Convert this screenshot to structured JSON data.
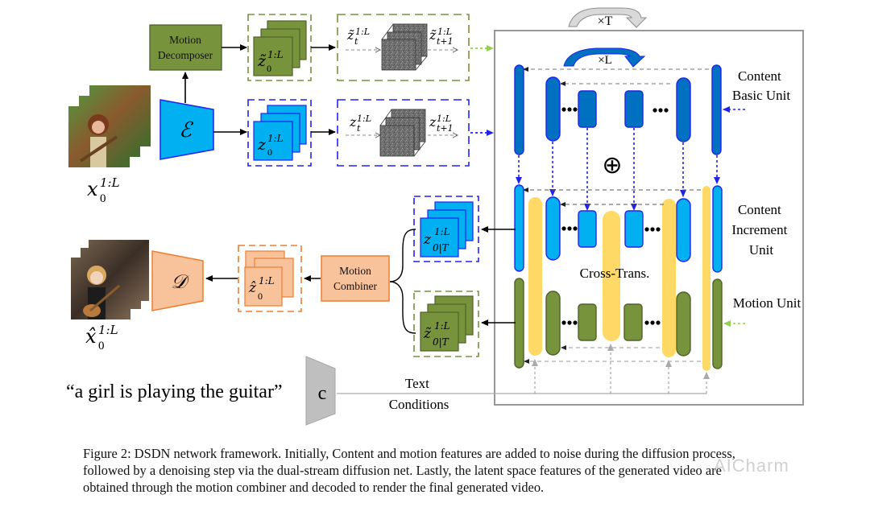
{
  "figure": {
    "blocks": {
      "motion_decomposer": "Motion\nDecomposer",
      "motion_combiner": "Motion\nCombiner",
      "encoder_symbol": "ℰ",
      "decoder_symbol": "𝒟",
      "text_encoder_symbol": "c"
    },
    "math_labels": {
      "input_video": {
        "base": "x",
        "sub": "0",
        "sup": "1:L"
      },
      "output_video": {
        "base": "x̂",
        "sub": "0",
        "sup": "1:L"
      },
      "motion_latent": {
        "base": "z̃",
        "sub": "0",
        "sup": "1:L"
      },
      "content_latent": {
        "base": "z",
        "sub": "0",
        "sup": "1:L"
      },
      "motion_noisy_t": {
        "base": "z̃",
        "sub": "t",
        "sup": "1:L"
      },
      "motion_noisy_t1": {
        "base": "z̃",
        "sub": "t+1",
        "sup": "1:L"
      },
      "content_noisy_t": {
        "base": "z",
        "sub": "t",
        "sup": "1:L"
      },
      "content_noisy_t1": {
        "base": "z",
        "sub": "t+1",
        "sup": "1:L"
      },
      "content_denoised": {
        "base": "z",
        "sub": "0|T",
        "sup": "1:L"
      },
      "motion_denoised": {
        "base": "z̃",
        "sub": "0|T",
        "sup": "1:L"
      },
      "combined_latent": {
        "base": "ẑ",
        "sub": "0",
        "sup": "1:L"
      }
    },
    "loop_labels": {
      "timesteps": "×T",
      "layers": "×L"
    },
    "unit_labels": {
      "content_basic": "Content\nBasic Unit",
      "content_increment": "Content\nIncrement\nUnit",
      "motion": "Motion Unit",
      "cross_trans": "Cross-Trans.",
      "add_symbol": "⊕"
    },
    "prompt": "“a girl is playing the guitar”",
    "text_conditions": "Text\nConditions",
    "colors": {
      "motion_green": "#77933c",
      "motion_green_border": "#4f6228",
      "motion_light_green": "#92d050",
      "content_blue_dark": "#0070c0",
      "content_blue_light": "#00b0f0",
      "content_border": "#2222ee",
      "cross_yellow": "#ffd966",
      "decoder_orange": "#f8c29a",
      "decoder_border": "#ed7d31",
      "text_gray": "#bfbfbf",
      "frame_gray": "#8c8c8c"
    }
  },
  "caption": {
    "lines": [
      "Figure 2: DSDN network framework. Initially, Content and motion features are added to noise during the diffusion process,",
      "followed by a denoising step via the dual-stream diffusion net. Lastly, the latent space features of the generated video are",
      "obtained through the motion combiner and decoded to render the final generated video."
    ]
  },
  "watermark": "AICharm"
}
